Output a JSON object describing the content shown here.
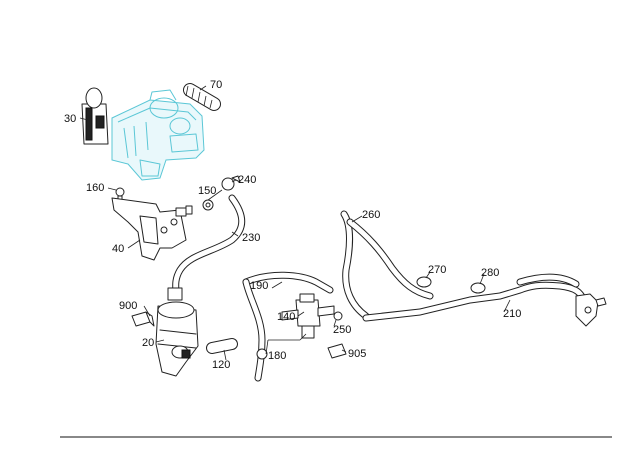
{
  "callouts": {
    "c20": "20",
    "c30": "30",
    "c40": "40",
    "c70": "70",
    "c120": "120",
    "c140": "140",
    "c150": "150",
    "c160": "160",
    "c180": "180",
    "c190": "190",
    "c210": "210",
    "c230": "230",
    "c240": "240",
    "c250": "250",
    "c260": "260",
    "c270": "270",
    "c280": "280",
    "c900": "900",
    "c905": "905"
  },
  "colors": {
    "ghost_component": "#5bc7d6",
    "line_art": "#222222"
  }
}
